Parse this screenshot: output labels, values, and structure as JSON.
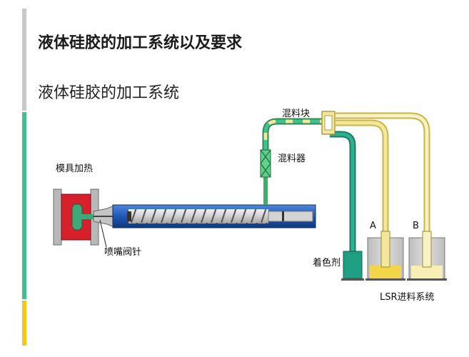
{
  "slide": {
    "title": "液体硅胶的加工系统以及要求",
    "subtitle": "液体硅胶的加工系统"
  },
  "diagram": {
    "labels": {
      "mold_heating": "模具加热",
      "nozzle_valve": "喷嘴阀针",
      "mixing_block": "混料块",
      "mixer": "混料器",
      "colorant": "着色剂",
      "tank_a": "A",
      "tank_b": "B",
      "lsr_feed_system": "LSR进料系统"
    },
    "colors": {
      "accent_gray": "#c8c8c8",
      "accent_green": "#3fc28d",
      "accent_yellow": "#f3c913",
      "barrel_blue": "#1e57b3",
      "mold_red": "#d8202c",
      "colorant_teal": "#1fa085",
      "feed_yellow": "#f3e79c",
      "tank_gray": "#cfcfcf"
    }
  }
}
